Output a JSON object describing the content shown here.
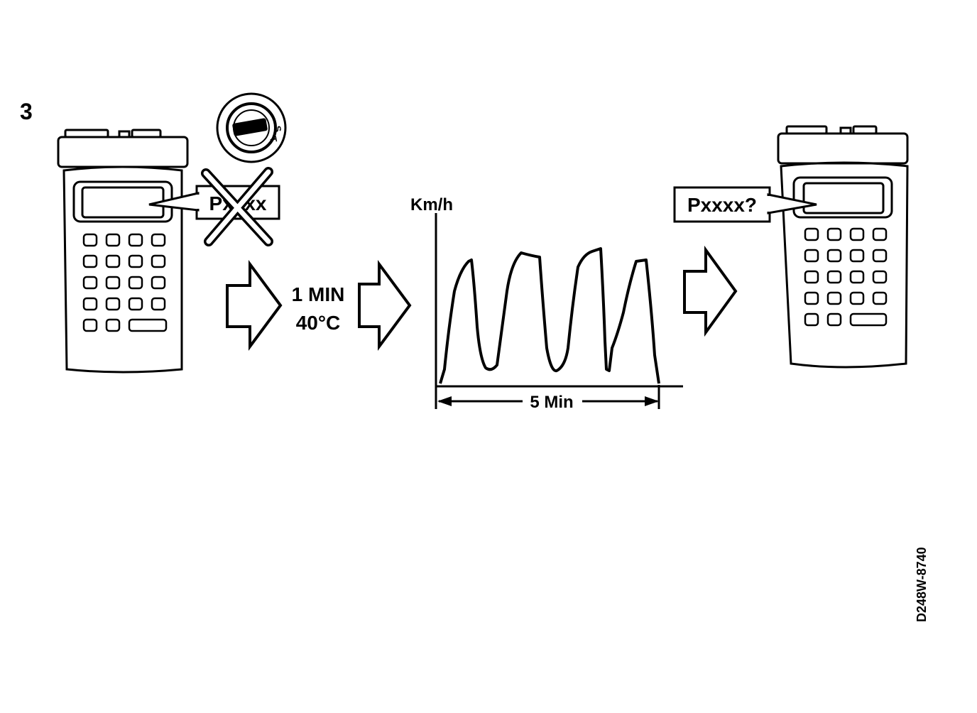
{
  "step_number": "3",
  "left_device": {
    "display_code": "Pxxxx",
    "crossed_out": true
  },
  "ignition_key": {
    "position_letter": "S",
    "position_letter_2": "T"
  },
  "condition": {
    "duration": "1 MIN",
    "temperature": "40°C"
  },
  "speed_graph": {
    "y_axis_label": "Km/h",
    "duration_label": "5 Min"
  },
  "right_device": {
    "display_code": "Pxxxx?"
  },
  "figure_code": "D248W-8740",
  "colors": {
    "ink": "#000000",
    "paper": "#ffffff"
  }
}
